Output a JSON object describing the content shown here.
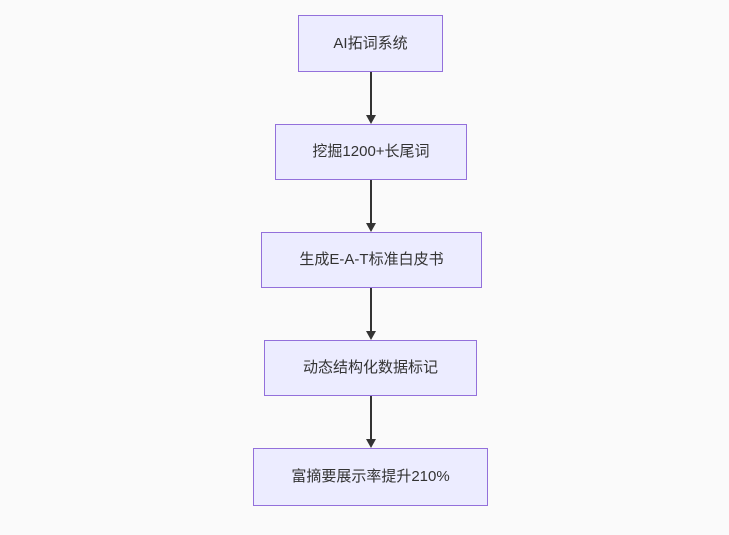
{
  "flowchart": {
    "type": "vertical-flowchart",
    "nodes": [
      {
        "label": "AI拓词系统"
      },
      {
        "label": "挖掘1200+长尾词"
      },
      {
        "label": "生成E-A-T标准白皮书"
      },
      {
        "label": "动态结构化数据标记"
      },
      {
        "label": "富摘要展示率提升210%"
      }
    ],
    "edges": [
      {
        "from": "AI拓词系统",
        "to": "挖掘1200+长尾词"
      },
      {
        "from": "挖掘1200+长尾词",
        "to": "生成E-A-T标准白皮书"
      },
      {
        "from": "生成E-A-T标准白皮书",
        "to": "动态结构化数据标记"
      },
      {
        "from": "动态结构化数据标记",
        "to": "富摘要展示率提升210%"
      }
    ],
    "colors": {
      "background": "#fafafa",
      "node_fill": "#ececff",
      "node_border": "#9370db",
      "text": "#333333",
      "arrow": "#333333"
    }
  }
}
